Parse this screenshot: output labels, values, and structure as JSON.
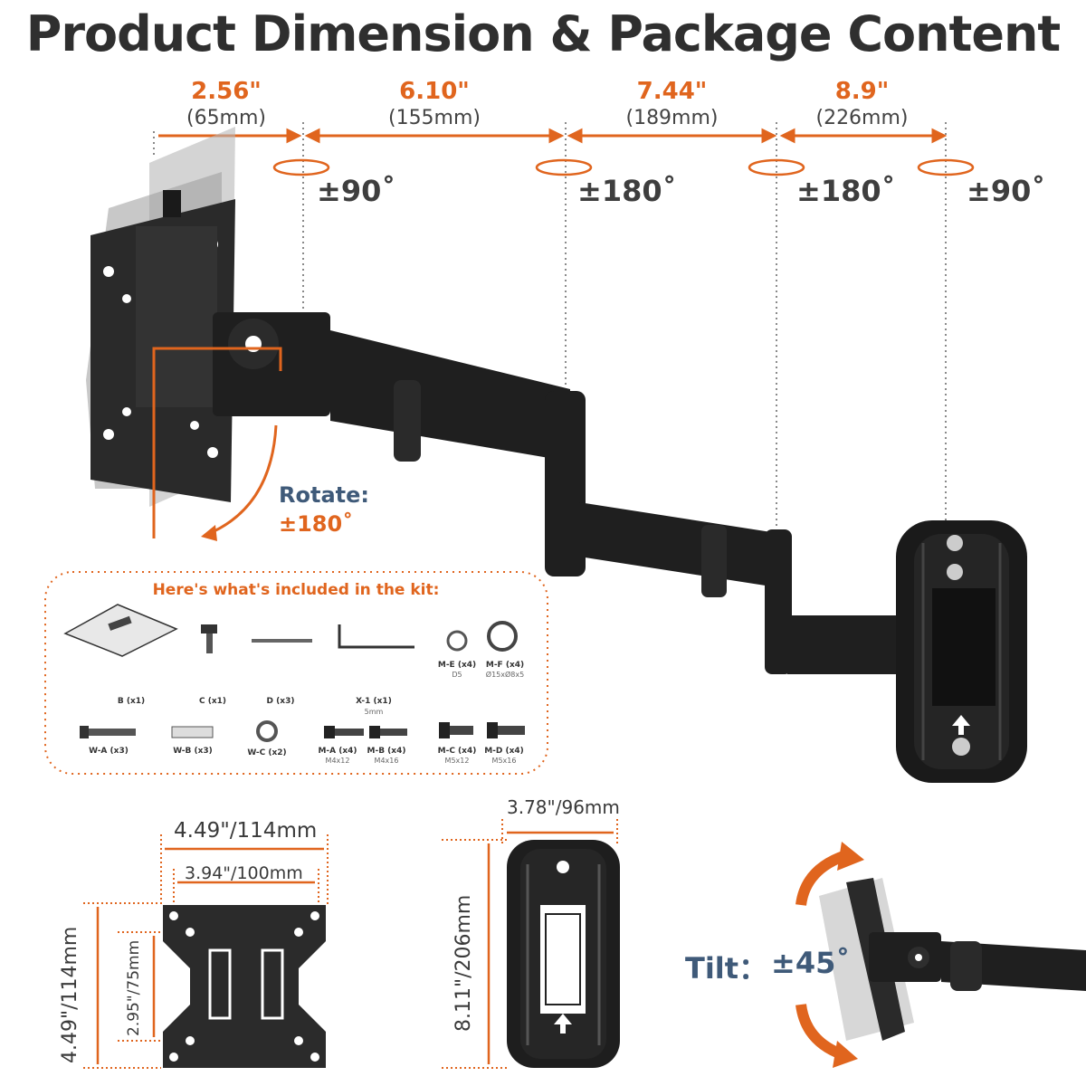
{
  "title": "Product Dimension & Package Content",
  "arm_segments": [
    {
      "inch": "2.56\"",
      "mm": "(65mm)"
    },
    {
      "inch": "6.10\"",
      "mm": "(155mm)"
    },
    {
      "inch": "7.44\"",
      "mm": "(189mm)"
    },
    {
      "inch": "8.9\"",
      "mm": "(226mm)"
    }
  ],
  "rotations": [
    "±90˚",
    "±180˚",
    "±180˚",
    "±90˚"
  ],
  "rotate": {
    "label": "Rotate:",
    "value": "±180˚"
  },
  "kit": {
    "title": "Here's what's included in the kit:",
    "row1": [
      {
        "label": "B (x1)",
        "sub": ""
      },
      {
        "label": "C (x1)",
        "sub": ""
      },
      {
        "label": "D (x3)",
        "sub": ""
      },
      {
        "label": "X-1 (x1)",
        "sub": "5mm"
      },
      {
        "label": "M-E (x4)",
        "sub": "D5"
      },
      {
        "label": "M-F (x4)",
        "sub": "Ø15xØ8x5"
      }
    ],
    "row2": [
      {
        "label": "W-A (x3)",
        "sub": ""
      },
      {
        "label": "W-B (x3)",
        "sub": ""
      },
      {
        "label": "W-C (x2)",
        "sub": ""
      },
      {
        "label": "M-A (x4)",
        "sub": "M4x12"
      },
      {
        "label": "M-B (x4)",
        "sub": "M4x16"
      },
      {
        "label": "M-C (x4)",
        "sub": "M5x12"
      },
      {
        "label": "M-D (x4)",
        "sub": "M5x16"
      }
    ]
  },
  "vesa_plate": {
    "outer_width": "4.49\"/114mm",
    "inner_width": "3.94\"/100mm",
    "outer_height": "4.49\"/114mm",
    "inner_height": "2.95\"/75mm"
  },
  "wall_plate": {
    "width": "3.78\"/96mm",
    "height": "8.11\"/206mm"
  },
  "tilt": {
    "label": "Tilt：",
    "value": "±45˚"
  },
  "colors": {
    "accent": "#e0651e",
    "label_blue": "#3f5a79",
    "product": "#1f1f1f"
  }
}
